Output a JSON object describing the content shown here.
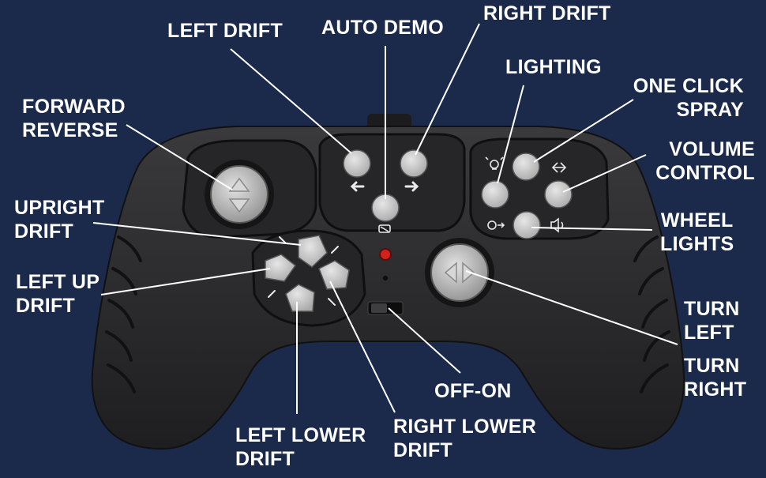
{
  "colors": {
    "background": "#1b2a4b",
    "body": "#2a2a2c",
    "button": "#c9c9c9",
    "label": "#ffffff",
    "indicator": "#d3221d"
  },
  "labels": {
    "left_drift": "LEFT DRIFT",
    "auto_demo": "AUTO DEMO",
    "right_drift": "RIGHT DRIFT",
    "lighting": "LIGHTING",
    "one_click_spray": [
      "ONE CLICK",
      "SPRAY"
    ],
    "forward_reverse": [
      "FORWARD",
      "REVERSE"
    ],
    "volume_control": [
      "VOLUME",
      "CONTROL"
    ],
    "upright_drift": [
      "UPRIGHT",
      "DRIFT"
    ],
    "wheel_lights": [
      "WHEEL",
      "LIGHTS"
    ],
    "left_up_drift": [
      "LEFT UP",
      "DRIFT"
    ],
    "turn_left": [
      "TURN",
      "LEFT"
    ],
    "turn_right": [
      "TURN",
      "RIGHT"
    ],
    "off_on": "OFF-ON",
    "left_lower_drift": [
      "LEFT LOWER",
      "DRIFT"
    ],
    "right_lower_drift": [
      "RIGHT LOWER",
      "DRIFT"
    ]
  },
  "icons": {
    "left_arrow": "arrow-left-icon",
    "right_arrow": "arrow-right-icon",
    "demo": "auto-demo-icon",
    "bulb": "lightbulb-icon",
    "spray": "spray-icon",
    "volume": "volume-icon",
    "wheel_light": "wheel-light-icon"
  }
}
